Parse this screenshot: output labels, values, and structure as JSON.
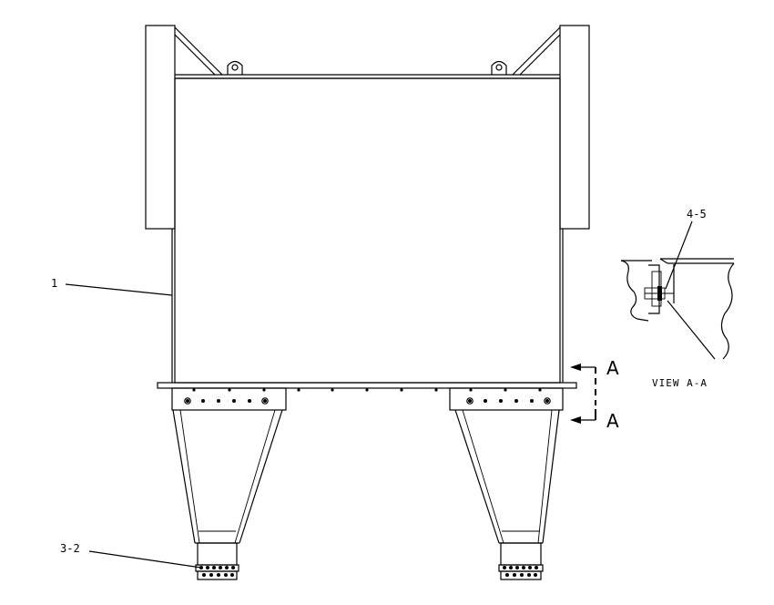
{
  "callouts": {
    "body": "1",
    "foot_bolts": "3-2",
    "clamp_detail": "4-5"
  },
  "section": {
    "top_letter": "A",
    "bottom_letter": "A",
    "view_title": "VIEW A-A"
  }
}
